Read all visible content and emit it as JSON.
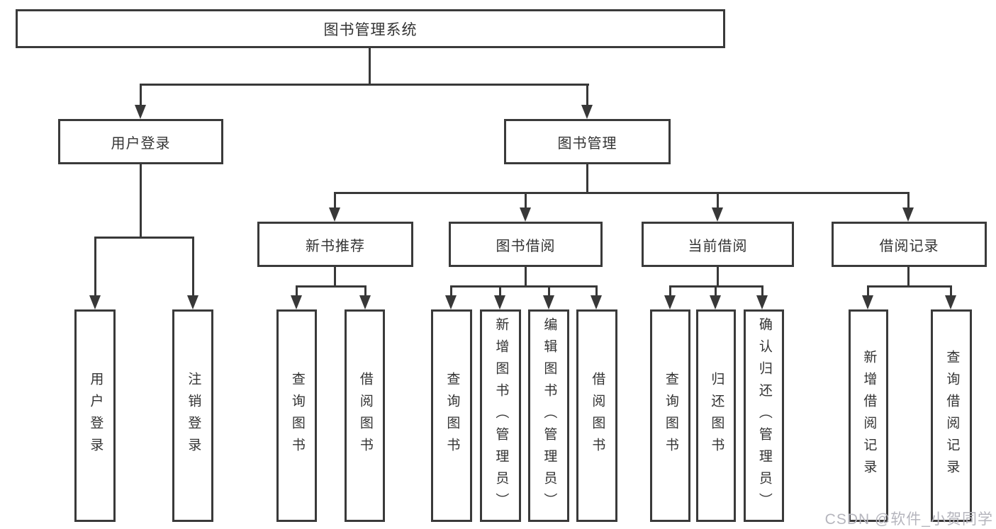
{
  "diagram": {
    "type": "hierarchy-chart",
    "root": {
      "label": "图书管理系统"
    },
    "level2": [
      {
        "label": "用户登录"
      },
      {
        "label": "图书管理"
      }
    ],
    "level3": [
      {
        "label": "新书推荐",
        "parent": "图书管理"
      },
      {
        "label": "图书借阅",
        "parent": "图书管理"
      },
      {
        "label": "当前借阅",
        "parent": "图书管理"
      },
      {
        "label": "借阅记录",
        "parent": "图书管理"
      }
    ],
    "leaves": [
      {
        "label": "用户登录",
        "parent": "用户登录"
      },
      {
        "label": "注销登录",
        "parent": "用户登录"
      },
      {
        "label": "查询图书",
        "parent": "新书推荐"
      },
      {
        "label": "借阅图书",
        "parent": "新书推荐"
      },
      {
        "label": "查询图书",
        "parent": "图书借阅"
      },
      {
        "label": "新增图书（管理员）",
        "parent": "图书借阅"
      },
      {
        "label": "编辑图书（管理员）",
        "parent": "图书借阅"
      },
      {
        "label": "借阅图书",
        "parent": "图书借阅"
      },
      {
        "label": "查询图书",
        "parent": "当前借阅"
      },
      {
        "label": "归还图书",
        "parent": "当前借阅"
      },
      {
        "label": "确认归还（管理员）",
        "parent": "当前借阅"
      },
      {
        "label": "新增借阅记录",
        "parent": "借阅记录"
      },
      {
        "label": "查询借阅记录",
        "parent": "借阅记录"
      }
    ],
    "watermark": {
      "text": "CSDN @软件_小贺同学"
    },
    "colors": {
      "border": "#3a3a3a",
      "line": "#383838",
      "text": "#333333",
      "watermark": "#b5b5bd",
      "background": "#ffffff"
    }
  }
}
